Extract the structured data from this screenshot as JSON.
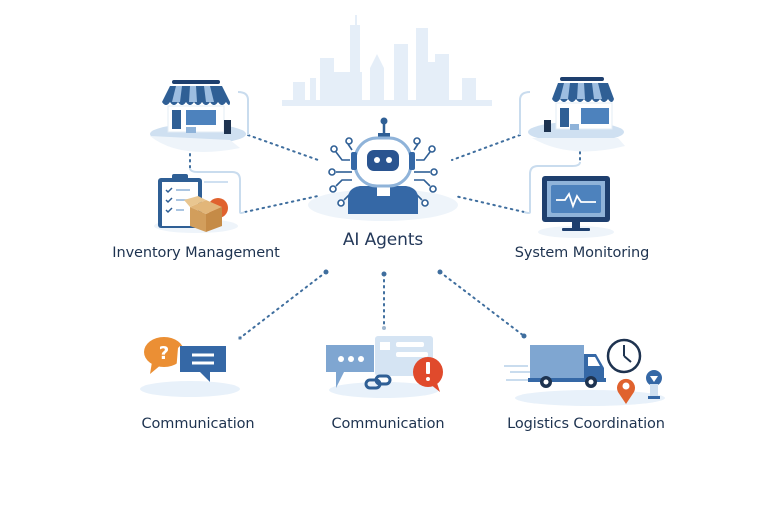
{
  "diagram": {
    "center": {
      "label": "AI Agents",
      "icon": "robot-icon"
    },
    "nodes": [
      {
        "id": "inventory",
        "label": "Inventory Management",
        "icons": [
          "storefront-icon",
          "clipboard-checklist-icon",
          "box-icon"
        ]
      },
      {
        "id": "monitoring",
        "label": "System Monitoring",
        "icons": [
          "storefront-icon",
          "monitor-heartbeat-icon"
        ]
      },
      {
        "id": "communication-1",
        "label": "Communication",
        "icons": [
          "question-bubble-icon",
          "chat-bubble-icon"
        ]
      },
      {
        "id": "communication-2",
        "label": "Communication",
        "icons": [
          "typing-bubble-icon",
          "message-card-icon",
          "link-icon",
          "alert-bubble-icon"
        ]
      },
      {
        "id": "logistics",
        "label": "Logistics Coordination",
        "icons": [
          "delivery-truck-icon",
          "clock-icon",
          "location-pin-icon",
          "hourglass-pin-icon"
        ]
      }
    ],
    "background": {
      "icon": "city-skyline-icon"
    },
    "colors": {
      "primary": "#2f5f95",
      "light_blue": "#8fb3d9",
      "pale_blue": "#e8f1fa",
      "dark_navy": "#1e3350",
      "orange": "#e8903a",
      "red": "#e04a2c"
    }
  }
}
